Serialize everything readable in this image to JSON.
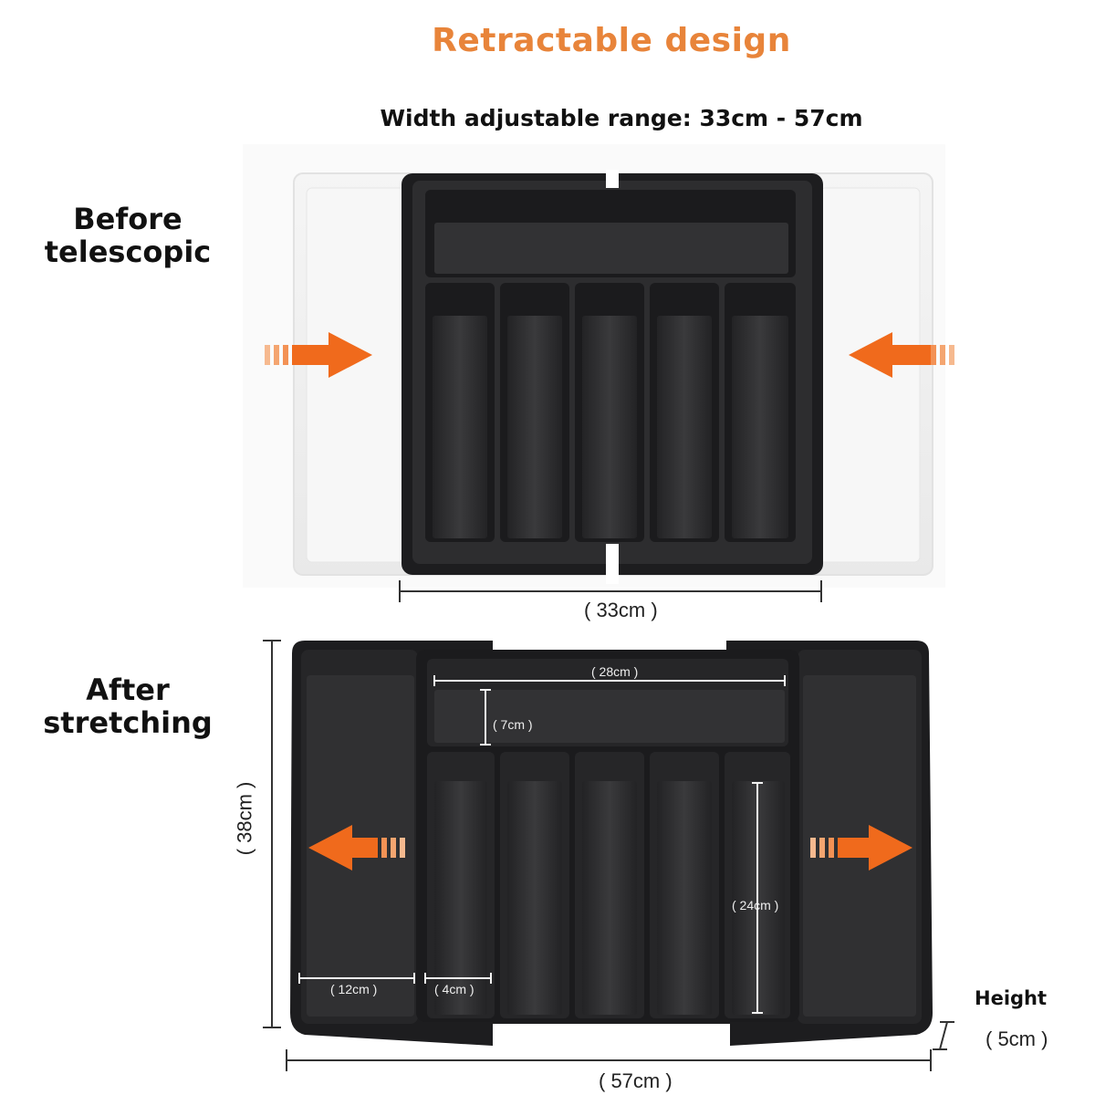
{
  "header": {
    "title": "Retractable design",
    "subtitle": "Width adjustable range: 33cm - 57cm"
  },
  "labels": {
    "before": [
      "Before",
      "telescopic"
    ],
    "after": [
      "After",
      "stretching"
    ]
  },
  "dimensions": {
    "width_closed": "( 33cm )",
    "width_open": "( 57cm )",
    "depth": "( 38cm )",
    "top_compartment_width": "( 28cm )",
    "top_compartment_depth": "( 7cm )",
    "slot_length": "( 24cm )",
    "side_compartment_width": "( 12cm )",
    "slot_width": "( 4cm )",
    "height_label": "Height",
    "height_value": "( 5cm )"
  },
  "colors": {
    "accent": "#e8843a",
    "arrow": "#f06a1c",
    "tray": "#2b2b2d",
    "tray_dark": "#1b1b1d",
    "ghost": "#f0f0f0"
  }
}
